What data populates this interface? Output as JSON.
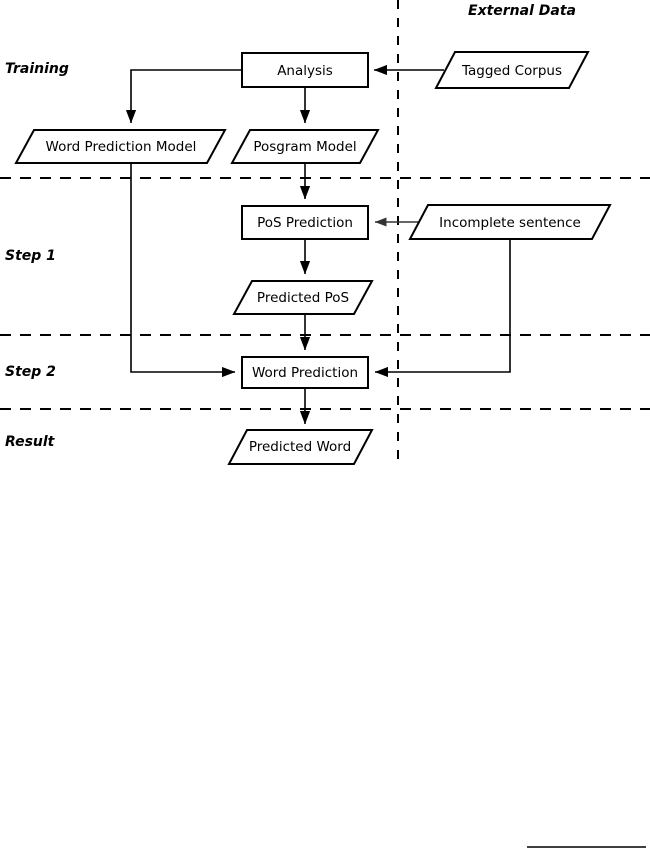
{
  "diagram": {
    "title_external": "External Data",
    "lanes": [
      {
        "id": "training",
        "label": "Training"
      },
      {
        "id": "step1",
        "label": "Step 1"
      },
      {
        "id": "step2",
        "label": "Step 2"
      },
      {
        "id": "result",
        "label": "Result"
      }
    ],
    "nodes": [
      {
        "id": "analysis",
        "label": "Analysis",
        "shape": "process"
      },
      {
        "id": "tagged-corpus",
        "label": "Tagged Corpus",
        "shape": "data"
      },
      {
        "id": "word-prediction-model",
        "label": "Word Prediction Model",
        "shape": "data"
      },
      {
        "id": "posgram-model",
        "label": "Posgram Model",
        "shape": "data"
      },
      {
        "id": "pos-prediction",
        "label": "PoS Prediction",
        "shape": "process"
      },
      {
        "id": "incomplete-sentence",
        "label": "Incomplete sentence",
        "shape": "data"
      },
      {
        "id": "predicted-pos",
        "label": "Predicted PoS",
        "shape": "data"
      },
      {
        "id": "word-prediction",
        "label": "Word Prediction",
        "shape": "process"
      },
      {
        "id": "predicted-word",
        "label": "Predicted Word",
        "shape": "data"
      }
    ],
    "edges": [
      {
        "from": "tagged-corpus",
        "to": "analysis"
      },
      {
        "from": "analysis",
        "to": "word-prediction-model"
      },
      {
        "from": "analysis",
        "to": "posgram-model"
      },
      {
        "from": "posgram-model",
        "to": "pos-prediction"
      },
      {
        "from": "incomplete-sentence",
        "to": "pos-prediction"
      },
      {
        "from": "pos-prediction",
        "to": "predicted-pos"
      },
      {
        "from": "predicted-pos",
        "to": "word-prediction"
      },
      {
        "from": "word-prediction-model",
        "to": "word-prediction"
      },
      {
        "from": "incomplete-sentence",
        "to": "word-prediction"
      },
      {
        "from": "word-prediction",
        "to": "predicted-word"
      }
    ],
    "colors": {
      "stroke": "#000000",
      "fill": "#ffffff",
      "text": "#000000"
    }
  }
}
